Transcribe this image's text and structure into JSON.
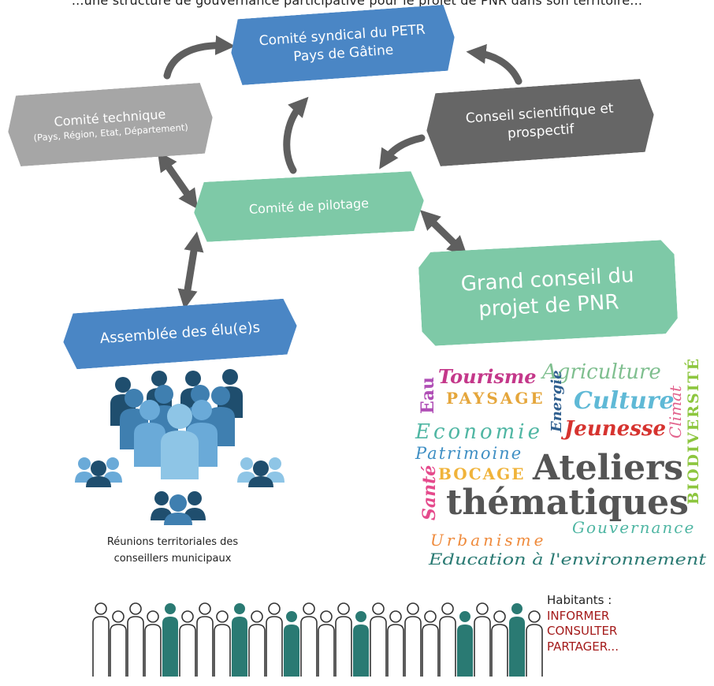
{
  "top_text": "...une structure de gouvernance participative pour le projet de PNR dans son territoire...",
  "boxes": {
    "comite_syndical": [
      "Comité syndical du PETR",
      "Pays de Gâtine"
    ],
    "comite_technique": {
      "title": "Comité technique",
      "subtitle": "(Pays, Région, Etat, Département)"
    },
    "conseil_scientifique": [
      "Conseil scientifique et",
      "prospectif"
    ],
    "comite_pilotage": "Comité de pilotage",
    "grand_conseil": [
      "Grand conseil du",
      "projet de PNR"
    ],
    "assemblee": "Assemblée des élu(e)s"
  },
  "reunions": [
    "Réunions territoriales des",
    "conseillers municipaux"
  ],
  "habitants": {
    "title": "Habitants :",
    "actions": [
      "INFORMER",
      "CONSULTER",
      "PARTAGER..."
    ]
  },
  "wordcloud": {
    "eau": "Eau",
    "tourisme": "Tourisme",
    "agriculture": "Agriculture",
    "paysage": "PAYSAGE",
    "energie": "Energie",
    "culture": "Culture",
    "climat": "Climat",
    "biodiversite": "BIODIVERSITÉ",
    "economie": "Economie",
    "jeunesse": "Jeunesse",
    "patrimoine": "Patrimoine",
    "sante": "Santé",
    "bocage": "BOCAGE",
    "ateliers": "Ateliers",
    "thematiques": "thématiques",
    "urbanisme": "Urbanisme",
    "gouvernance": "Gouvernance",
    "education": "Education à l'environnement"
  },
  "colors": {
    "blue": "#4a86c5",
    "grey": "#a6a6a6",
    "dark_grey": "#666666",
    "green": "#7ec9a7",
    "arrow": "#5f5f5f",
    "people_dark": "#1f4e6e",
    "people_mid": "#3f7fb0",
    "people_light": "#8ec5e6",
    "teal": "#2a7a73",
    "red_text": "#a41b1b"
  }
}
